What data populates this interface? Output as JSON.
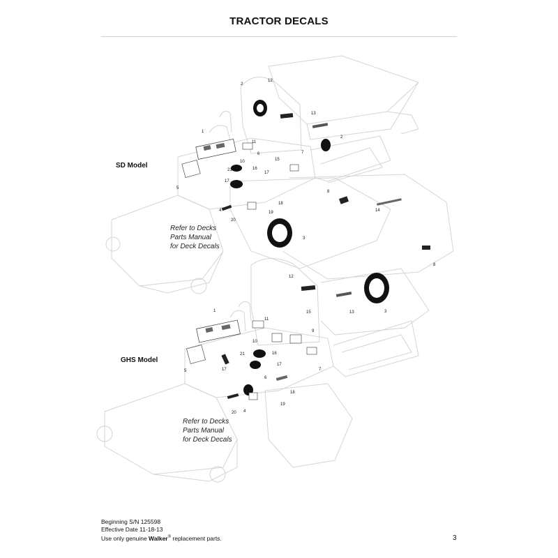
{
  "page": {
    "title": "TRACTOR DECALS",
    "page_number": "3"
  },
  "models": {
    "sd": {
      "label": "SD Model"
    },
    "ghs": {
      "label": "GHS Model"
    }
  },
  "notes": {
    "sd": [
      "Refer to Decks",
      "Parts Manual",
      "for Deck Decals"
    ],
    "ghs": [
      "Refer to Decks",
      "Parts Manual",
      "for Deck Decals"
    ]
  },
  "callouts": {
    "sd": [
      "2",
      "12",
      "13",
      "1",
      "11",
      "2",
      "6",
      "10",
      "16",
      "15",
      "7",
      "21",
      "17",
      "5",
      "17",
      "8",
      "18",
      "14",
      "8",
      "4",
      "19",
      "20",
      "3"
    ],
    "ghs": [
      "12",
      "13",
      "3",
      "1",
      "11",
      "15",
      "9",
      "10",
      "21",
      "16",
      "7",
      "17",
      "6",
      "17",
      "5",
      "18",
      "4",
      "19",
      "20"
    ]
  },
  "footer": {
    "line1": "Beginning S/N 125598",
    "line2": "Effective Date 11-18-13",
    "line3_prefix": "Use only genuine ",
    "brand": "Walker",
    "registered": "®",
    "line3_suffix": " replacement parts."
  }
}
